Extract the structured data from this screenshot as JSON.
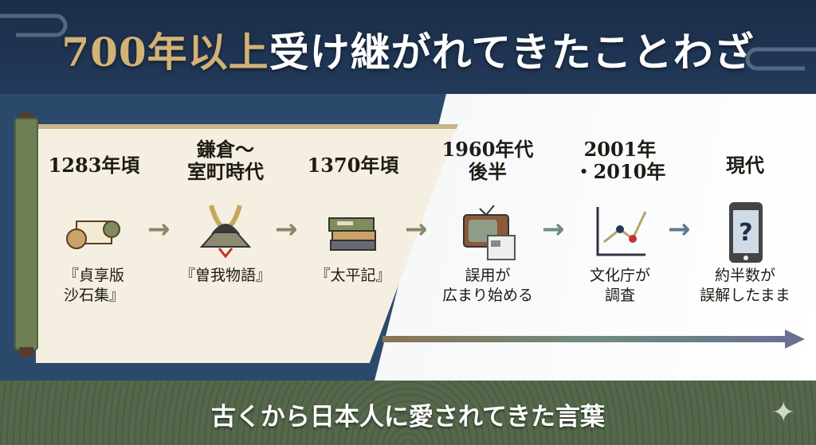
{
  "header": {
    "title_highlight": "700年以上",
    "title_rest": "受け継がれてきたことわざ"
  },
  "timeline": [
    {
      "year": "1283年頃",
      "caption": "『貞享版\n沙石集』",
      "icon": "scroll-icon"
    },
    {
      "year": "鎌倉〜\n室町時代",
      "caption": "『曽我物語』",
      "icon": "samurai-helmet-icon"
    },
    {
      "year": "1370年頃",
      "caption": "『太平記』",
      "icon": "books-icon"
    },
    {
      "year": "1960年代\n後半",
      "caption": "誤用が\n広まり始める",
      "icon": "tv-newspaper-icon"
    },
    {
      "year": "2001年\n・2010年",
      "caption": "文化庁が\n調査",
      "icon": "line-chart-icon"
    },
    {
      "year": "現代",
      "caption": "約半数が\n誤解したまま",
      "icon": "smartphone-question-icon"
    }
  ],
  "footer": {
    "subtitle": "古くから日本人に愛されてきた言葉"
  },
  "colors": {
    "navy": "#1d3350",
    "gold": "#d2b276",
    "parchment": "#f4efe1",
    "green": "#4e6146"
  }
}
